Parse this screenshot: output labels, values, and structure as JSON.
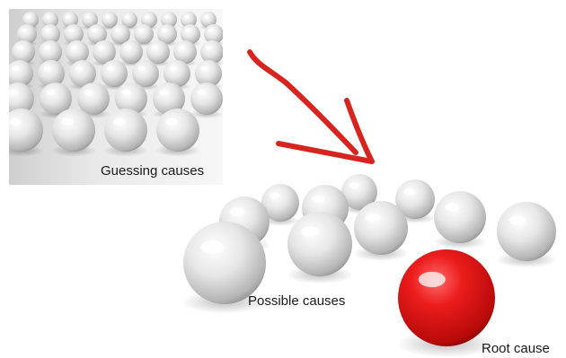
{
  "labels": {
    "guessing": "Guessing causes",
    "possible": "Possible causes",
    "root": "Root cause"
  },
  "colors": {
    "ball_white": "#ebebeb",
    "ball_shade": "#9a9a9a",
    "ball_red": "#e01a1a",
    "arrow": "#d8241e"
  }
}
